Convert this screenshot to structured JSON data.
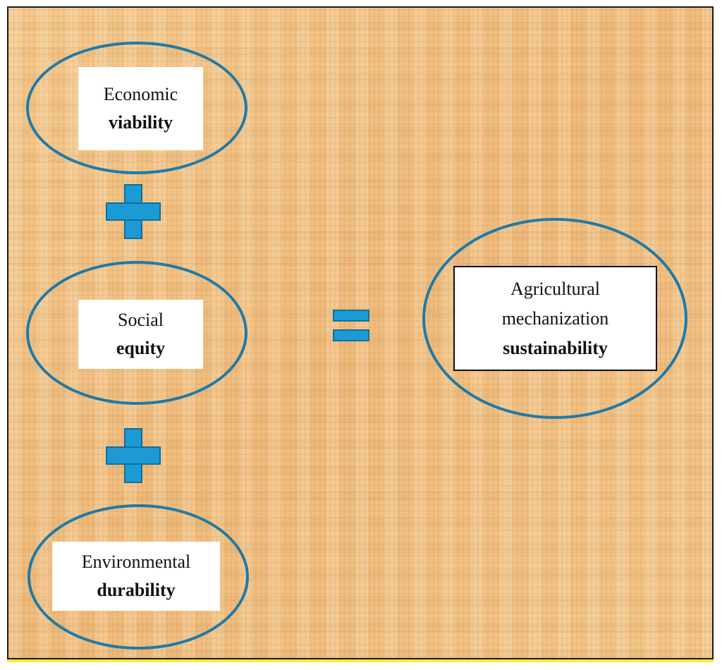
{
  "items": [
    {
      "line1": "Economic",
      "line2": "viability"
    },
    {
      "line1": "Social",
      "line2": "equity"
    },
    {
      "line1": "Environmental",
      "line2": "durability"
    }
  ],
  "result": {
    "line1": "Agricultural",
    "line2": "mechanization",
    "line3": "sustainability"
  },
  "colors": {
    "ellipse_border": "#1f7aa8",
    "operator_fill": "#1c9ad6",
    "background": "#f2c48a"
  },
  "operators": [
    "plus-icon",
    "plus-icon",
    "equals-icon"
  ]
}
